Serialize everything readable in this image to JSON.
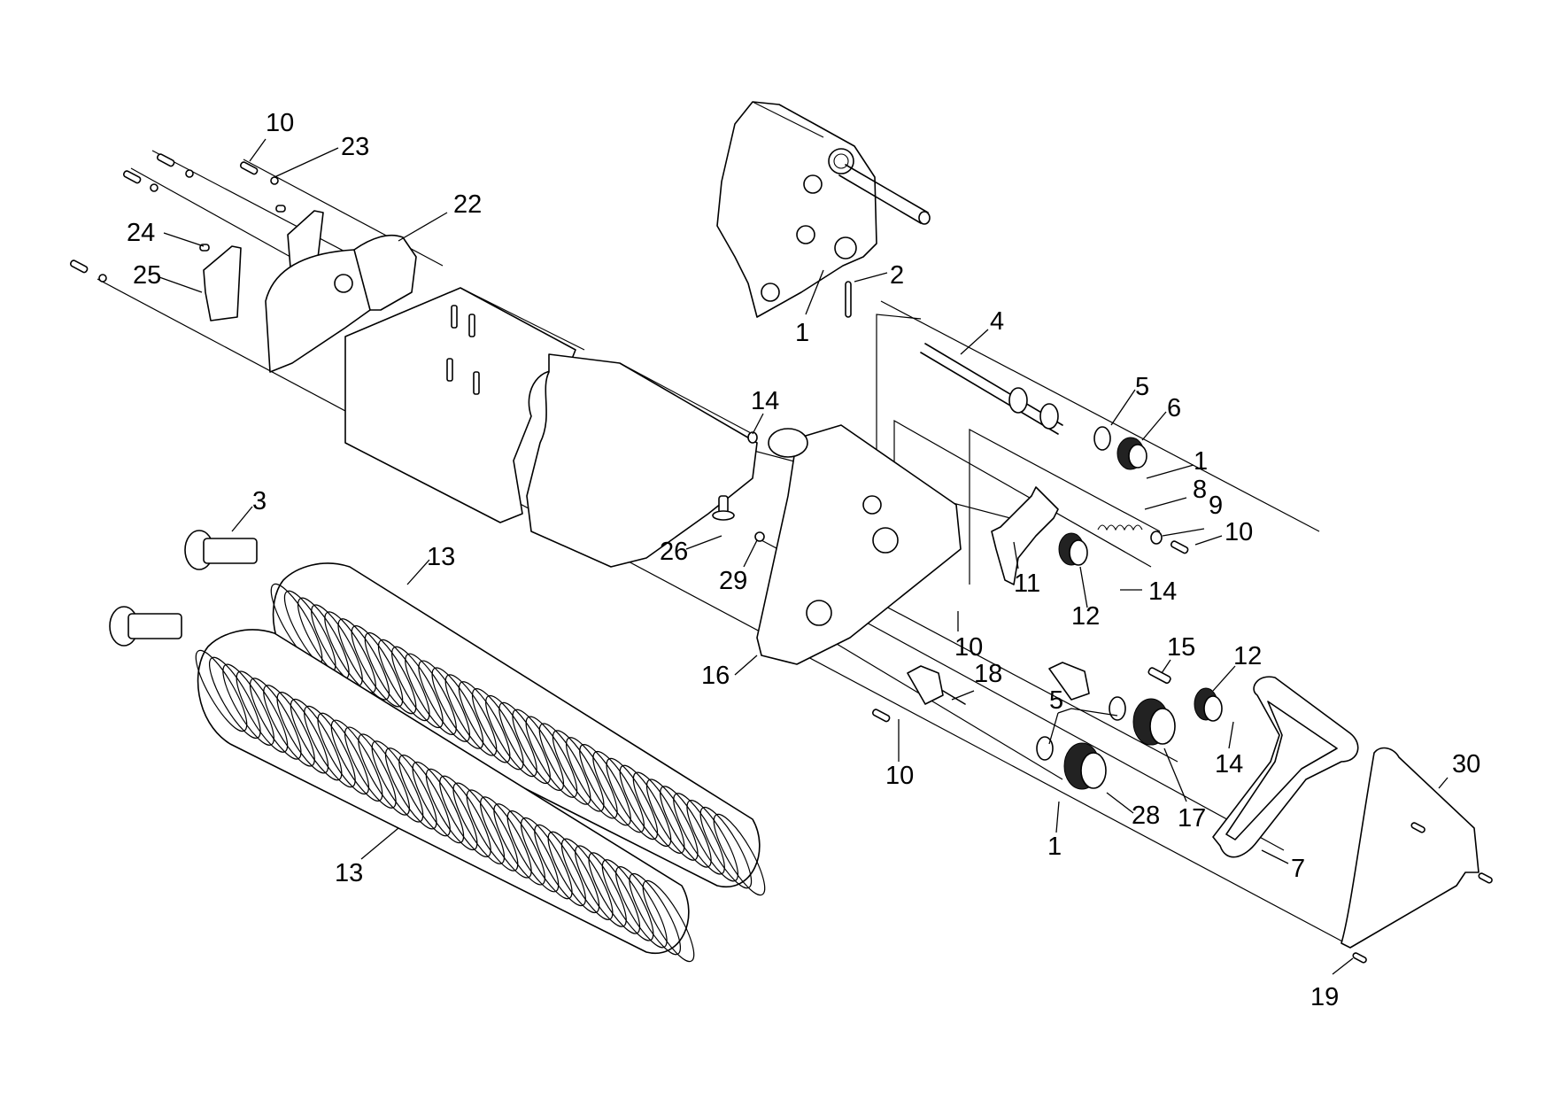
{
  "diagram": {
    "type": "exploded-parts-view",
    "line_color": "#000000",
    "background": "#ffffff",
    "callouts": [
      {
        "id": "c10a",
        "label": "10"
      },
      {
        "id": "c23",
        "label": "23"
      },
      {
        "id": "c22",
        "label": "22"
      },
      {
        "id": "c24",
        "label": "24"
      },
      {
        "id": "c25",
        "label": "25"
      },
      {
        "id": "c2",
        "label": "2"
      },
      {
        "id": "c1a",
        "label": "1"
      },
      {
        "id": "c4",
        "label": "4"
      },
      {
        "id": "c5a",
        "label": "5"
      },
      {
        "id": "c6",
        "label": "6"
      },
      {
        "id": "c1b",
        "label": "1"
      },
      {
        "id": "c8",
        "label": "8"
      },
      {
        "id": "c9",
        "label": "9"
      },
      {
        "id": "c10b",
        "label": "10"
      },
      {
        "id": "c14a",
        "label": "14"
      },
      {
        "id": "c11",
        "label": "11"
      },
      {
        "id": "c12a",
        "label": "12"
      },
      {
        "id": "c14b",
        "label": "14"
      },
      {
        "id": "c3",
        "label": "3"
      },
      {
        "id": "c13a",
        "label": "13"
      },
      {
        "id": "c26",
        "label": "26"
      },
      {
        "id": "c29",
        "label": "29"
      },
      {
        "id": "c10c",
        "label": "10"
      },
      {
        "id": "c15",
        "label": "15"
      },
      {
        "id": "c12b",
        "label": "12"
      },
      {
        "id": "c16",
        "label": "16"
      },
      {
        "id": "c18",
        "label": "18"
      },
      {
        "id": "c5b",
        "label": "5"
      },
      {
        "id": "c14c",
        "label": "14"
      },
      {
        "id": "c17",
        "label": "17"
      },
      {
        "id": "c30",
        "label": "30"
      },
      {
        "id": "c10d",
        "label": "10"
      },
      {
        "id": "c28",
        "label": "28"
      },
      {
        "id": "c1c",
        "label": "1"
      },
      {
        "id": "c7",
        "label": "7"
      },
      {
        "id": "c13b",
        "label": "13"
      },
      {
        "id": "c19",
        "label": "19"
      }
    ]
  }
}
